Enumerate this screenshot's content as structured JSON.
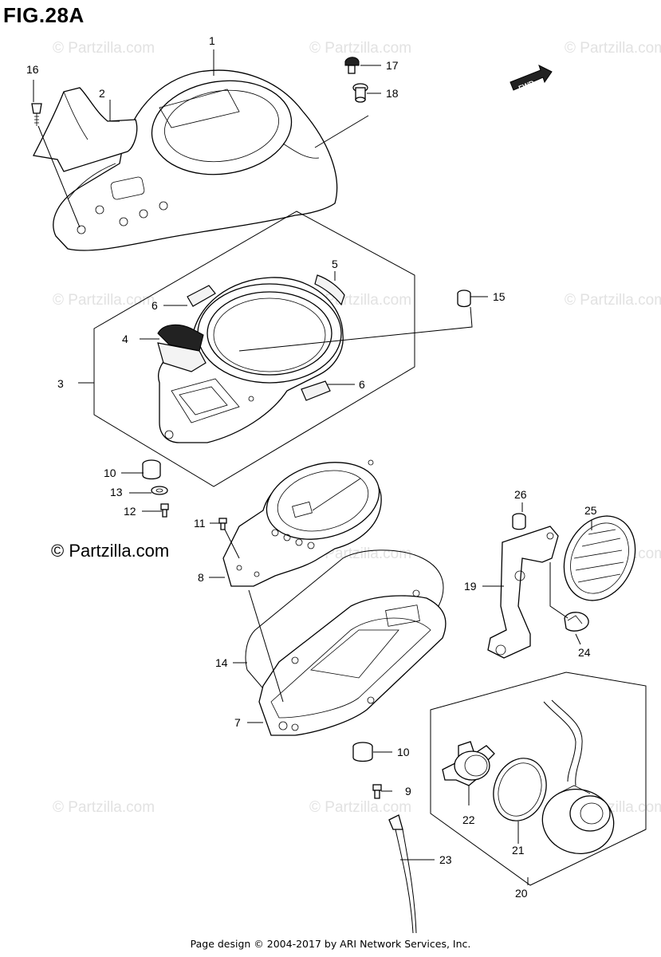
{
  "title": "FIG.28A",
  "watermark": "© Partzilla.com",
  "copyright_left": "© Partzilla.com",
  "footer": "Page design © 2004-2017 by ARI Network Services, Inc.",
  "fwd_label": "FWD",
  "callouts": {
    "c1": "1",
    "c2": "2",
    "c3": "3",
    "c4": "4",
    "c5": "5",
    "c6a": "6",
    "c6b": "6",
    "c7": "7",
    "c8": "8",
    "c9": "9",
    "c10a": "10",
    "c10b": "10",
    "c11": "11",
    "c12": "12",
    "c13": "13",
    "c14": "14",
    "c15": "15",
    "c16": "16",
    "c17": "17",
    "c18": "18",
    "c19": "19",
    "c20": "20",
    "c21": "21",
    "c22": "22",
    "c23": "23",
    "c24": "24",
    "c25": "25",
    "c26": "26"
  },
  "colors": {
    "line": "#000000",
    "watermark": "#e2e2e2",
    "background": "#ffffff"
  }
}
